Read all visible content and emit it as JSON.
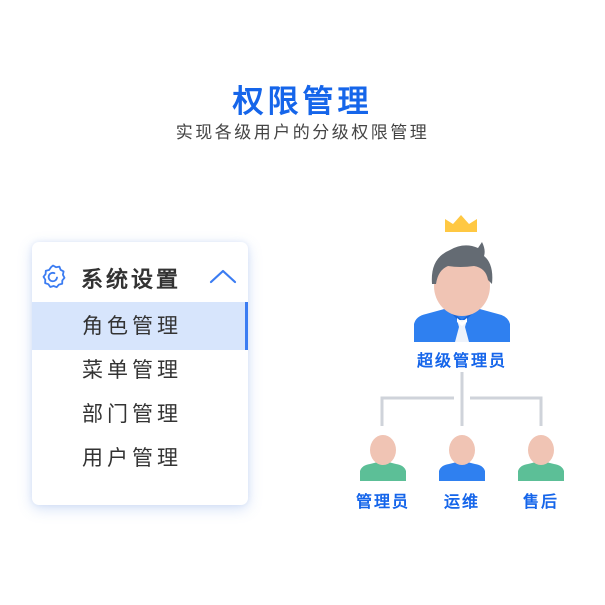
{
  "header": {
    "title": "权限管理",
    "subtitle": "实现各级用户的分级权限管理"
  },
  "menu": {
    "header_icon": "gear-icon",
    "header_label": "系统设置",
    "toggle_icon": "chevron-up-icon",
    "expanded": true,
    "items": [
      {
        "label": "角色管理",
        "selected": true
      },
      {
        "label": "菜单管理",
        "selected": false
      },
      {
        "label": "部门管理",
        "selected": false
      },
      {
        "label": "用户管理",
        "selected": false
      }
    ]
  },
  "org_tree": {
    "root": {
      "badge_icon": "crown-icon",
      "avatar_icon": "admin-avatar-icon",
      "label": "超级管理员"
    },
    "children": [
      {
        "label": "管理员",
        "avatar_icon": "user-avatar-icon",
        "color": "#5cbf97"
      },
      {
        "label": "运维",
        "avatar_icon": "user-avatar-icon",
        "color": "#2f80f0"
      },
      {
        "label": "售后",
        "avatar_icon": "user-avatar-icon",
        "color": "#5cbf97"
      }
    ]
  },
  "colors": {
    "accent": "#1565ea",
    "selected_bg": "#d7e5fc",
    "selected_bar": "#3b7cf2",
    "crown": "#ffc843",
    "hair": "#646b73",
    "skin": "#f0c4b4",
    "suit": "#2f80f0",
    "connector": "#cfd3da"
  }
}
